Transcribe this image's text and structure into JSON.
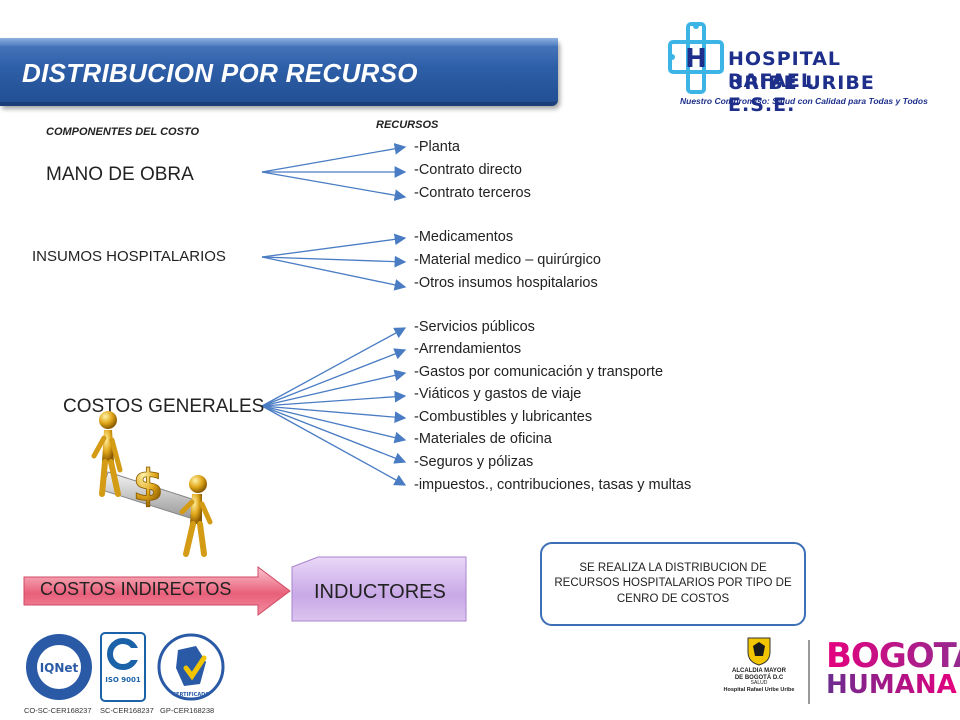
{
  "slide": {
    "title": "DISTRIBUCION POR RECURSO"
  },
  "logo": {
    "name_line1": "HOSPITAL RAFAEL",
    "name_line2": "URIBE URIBE E.S.E.",
    "slogan": "Nuestro Compromiso: Salud con Calidad para Todas y Todos",
    "color": "#1d2f8a",
    "accent_color": "#3cb4e6"
  },
  "headers": {
    "components": "COMPONENTES DEL COSTO",
    "resources": "RECURSOS"
  },
  "categories": [
    {
      "label": "MANO DE OBRA",
      "resources": [
        "-Planta",
        "-Contrato directo",
        "-Contrato terceros"
      ]
    },
    {
      "label": "INSUMOS HOSPITALARIOS",
      "resources": [
        "-Medicamentos",
        "-Material medico – quirúrgico",
        "-Otros insumos hospitalarios"
      ]
    },
    {
      "label": "COSTOS GENERALES",
      "resources": [
        "-Servicios públicos",
        "-Arrendamientos",
        "-Gastos por comunicación y transporte",
        "-Viáticos y gastos de viaje",
        "-Combustibles y lubricantes",
        "-Materiales de oficina",
        "-Seguros y pólizas",
        "-impuestos., contribuciones, tasas y multas"
      ]
    }
  ],
  "flow": {
    "indirect_costs": "COSTOS INDIRECTOS",
    "drivers": "INDUCTORES",
    "arrow_color": "#e8607a",
    "drivers_color": "#c8a8e6"
  },
  "note": {
    "text": "SE REALIZA LA DISTRIBUCION  DE RECURSOS HOSPITALARIOS POR TIPO DE CENRO DE COSTOS"
  },
  "certifications": [
    {
      "logo": "iqnet-certified-icon",
      "code": "CO-SC-CER168237",
      "text": "IQNet"
    },
    {
      "logo": "icontec-iso9001-icon",
      "code": "SC-CER168237",
      "text": "ISO 9001"
    },
    {
      "logo": "ntcgp-colombia-icon",
      "code": "GP-CER168238",
      "text": "CERTIFICADO"
    }
  ],
  "footer": {
    "alcaldia_line1": "ALCALDIA MAYOR",
    "alcaldia_line2": "DE BOGOTÁ D.C",
    "alcaldia_line3": "SALUD",
    "alcaldia_line4": "Hospital Rafael Uribe Uribe",
    "bogota_line1": "BOGOTÁ",
    "bogota_line2": "HUMANA"
  },
  "colors": {
    "title_band": "#2d5fa8",
    "connector": "#4a7cc4",
    "note_border": "#3d6fb6"
  }
}
